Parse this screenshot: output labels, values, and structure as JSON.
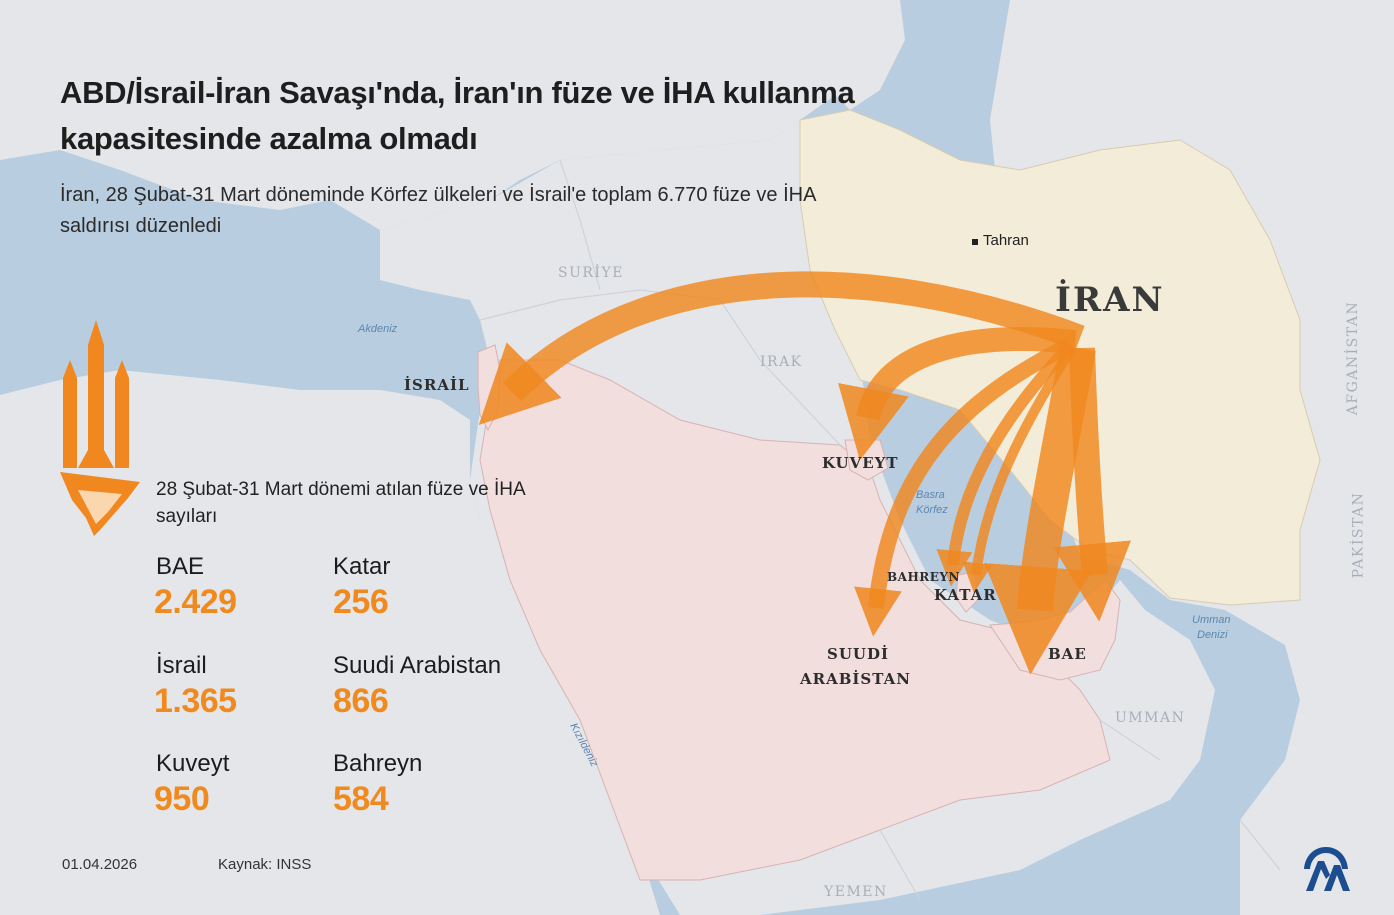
{
  "header": {
    "title": "ABD/İsrail-İran Savaşı'nda, İran'ın füze ve İHA kullanma kapasitesinde azalma olmadı",
    "subtitle": "İran, 28 Şubat-31 Mart döneminde Körfez ülkeleri ve İsrail'e toplam 6.770 füze ve İHA saldırısı düzenledi"
  },
  "legend": {
    "title": "28 Şubat-31 Mart dönemi atılan füze ve İHA sayıları",
    "stats": [
      {
        "name": "BAE",
        "value": "2.429"
      },
      {
        "name": "Katar",
        "value": "256"
      },
      {
        "name": "İsrail",
        "value": "1.365"
      },
      {
        "name": "Suudi Arabistan",
        "value": "866"
      },
      {
        "name": "Kuveyt",
        "value": "950"
      },
      {
        "name": "Bahreyn",
        "value": "584"
      }
    ]
  },
  "footer": {
    "date": "01.04.2026",
    "source": "Kaynak: INSS"
  },
  "map_labels": {
    "iran": "İRAN",
    "tahran": "Tahran",
    "israil": "İSRAİL",
    "suriye": "SURİYE",
    "irak": "IRAK",
    "kuveyt": "KUVEYT",
    "bahreyn": "BAHREYN",
    "katar": "KATAR",
    "bae": "BAE",
    "suudi_1": "SUUDİ",
    "suudi_2": "ARABİSTAN",
    "umman": "UMMAN",
    "yemen": "YEMEN",
    "afganistan": "AFGANİSTAN",
    "pakistan": "PAKİSTAN"
  },
  "water_labels": {
    "akdeniz": "Akdeniz",
    "basra_1": "Basra",
    "basra_2": "Körfez",
    "umman_1": "Umman",
    "umman_2": "Denizi",
    "kizildeniz": "Kızıldeniz"
  },
  "colors": {
    "water": "#b9cde0",
    "land": "#e3e5e9",
    "iran": "#f1ecdc",
    "saudi": "#f2dedd",
    "arrow": "#f0871f",
    "value": "#f08a1f",
    "logo": "#1b4d8f"
  },
  "icons": {
    "missile": "missile-icon",
    "drone": "drone-icon",
    "logo": "aa-logo"
  }
}
